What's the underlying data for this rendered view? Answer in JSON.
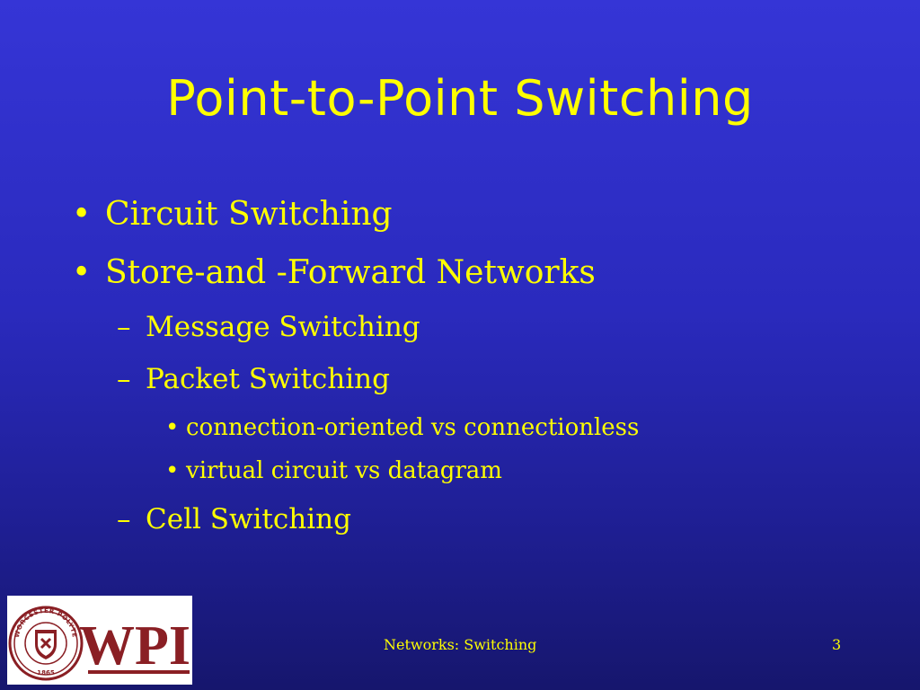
{
  "slide": {
    "title": "Point-to-Point Switching",
    "bullets": [
      {
        "marker": "•",
        "text": "Circuit Switching"
      },
      {
        "marker": "•",
        "text": "Store-and -Forward Networks"
      },
      {
        "marker": "–",
        "text": "Message Switching"
      },
      {
        "marker": "–",
        "text": "Packet Switching"
      },
      {
        "marker": "•",
        "text": "connection-oriented vs connectionless"
      },
      {
        "marker": "•",
        "text": "virtual circuit vs datagram"
      },
      {
        "marker": "–",
        "text": "Cell Switching"
      }
    ],
    "footer_text": "Networks: Switching",
    "page_number": "3",
    "logo": {
      "wordmark": "WPI",
      "seal_text": "WORCESTER POLYTECHNIC INSTITUTE",
      "seal_year": "1865"
    }
  }
}
